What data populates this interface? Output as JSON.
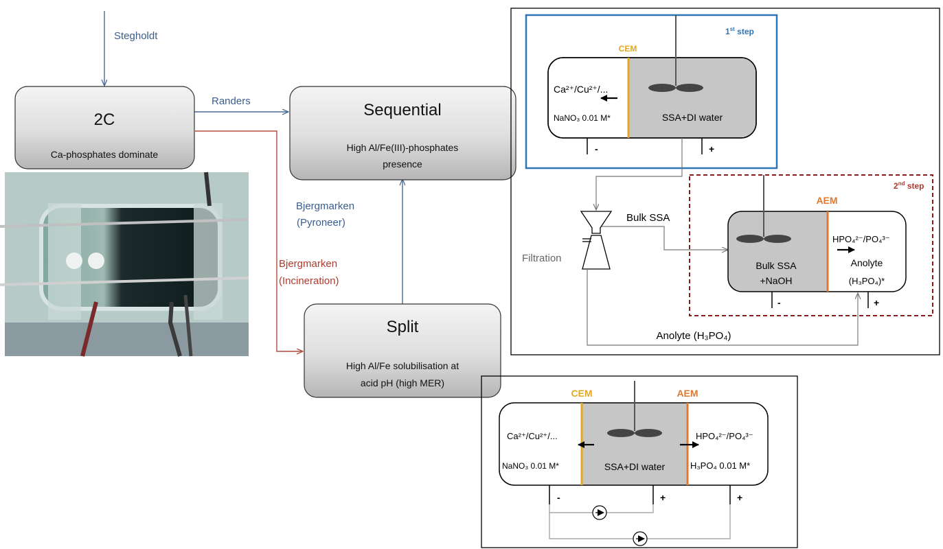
{
  "colors": {
    "blue_arrow": "#4a6a98",
    "red_arrow": "#b54a3c",
    "box_grey_top": "#f2f2f2",
    "box_grey_bottom": "#bdbdbd",
    "cell_fill": "#c6c6c6",
    "cem": "#e3a820",
    "aem": "#e07a30",
    "step1_border": "#2e75b6",
    "step2_border": "#8b1a1a"
  },
  "flow": {
    "stegholdt": "Stegholdt",
    "randers": "Randers",
    "bjerg_pyro_1": "Bjergmarken",
    "bjerg_pyro_2": "(Pyroneer)",
    "bjerg_incin_1": "Bjergmarken",
    "bjerg_incin_2": "(Incineration)"
  },
  "boxes": {
    "twoc": {
      "title": "2C",
      "desc": "Ca-phosphates dominate"
    },
    "sequential": {
      "title": "Sequential",
      "desc1": "High Al/Fe(III)-phosphates",
      "desc2": "presence"
    },
    "split": {
      "title": "Split",
      "desc1": "High Al/Fe solubilisation at",
      "desc2": "acid pH (high MER)"
    }
  },
  "photo": {
    "caption": "electrodialytic cell photo"
  },
  "seq_panel": {
    "step1": {
      "num": "1",
      "sup": "st",
      "word": "step"
    },
    "step2": {
      "num": "2",
      "sup": "nd",
      "word": "step"
    },
    "cem": "CEM",
    "aem": "AEM",
    "cations": "Ca²⁺/Cu²⁺/...",
    "nano3": "NaNO₃ 0.01 M*",
    "ssa_di": "SSA+DI water",
    "minus": "-",
    "plus": "+",
    "bulk_ssa_flow": "Bulk SSA",
    "filtration": "Filtration",
    "bulk_ssa_cell_1": "Bulk SSA",
    "bulk_ssa_cell_2": "+NaOH",
    "anions": "HPO₄²⁻/PO₄³⁻",
    "anolyte": "Anolyte",
    "h3po4_star": "(H₃PO₄)*",
    "anolyte_return": "Anolyte (H₃PO₄)"
  },
  "split_panel": {
    "cem": "CEM",
    "aem": "AEM",
    "cations": "Ca²⁺/Cu²⁺/...",
    "anions": "HPO₄²⁻/PO₄³⁻",
    "nano3": "NaNO₃ 0.01 M*",
    "ssa_di": "SSA+DI water",
    "h3po4": "H₃PO₄ 0.01 M*",
    "minus": "-",
    "plus1": "+",
    "plus2": "+"
  }
}
